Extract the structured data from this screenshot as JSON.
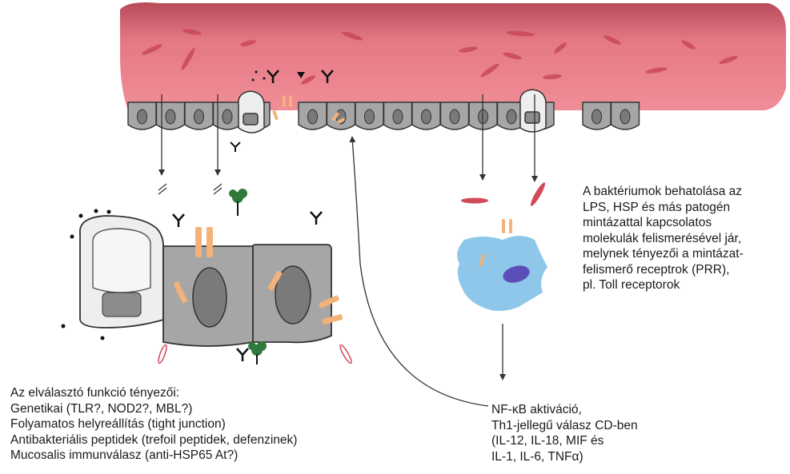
{
  "right_caption": {
    "lines": [
      "A baktériumok behatolása az",
      "LPS, HSP és más patogén",
      "mintázattal kapcsolatos",
      "molekulák felismerésével jár,",
      "melynek tényezői a mintázat-",
      "felismerő receptrok (PRR),",
      "pl. Toll receptorok"
    ]
  },
  "left_caption": {
    "lines": [
      "Az elválasztó funkció tényezői:",
      "Genetikai (TLR?, NOD2?, MBL?)",
      "Folyamatos helyreállítás (tight junction)",
      "Antibakteriális peptidek (trefoil peptidek, defenzinek)",
      "Mucosalis immunválasz (anti-HSP65 At?)"
    ]
  },
  "bottom_caption": {
    "lines": [
      "NF-κB aktiváció,",
      "Th1-jellegű válasz CD-ben",
      "(IL-12, IL-18, MIF és",
      "IL-1, IL-6, TNFα)"
    ]
  },
  "colors": {
    "lumen": "#e8727f",
    "lumen_top": "#b84a59",
    "cell_fill": "#a6a6a6",
    "nucleus": "#7a7a7a",
    "receptor": "#f2b27a",
    "bacteria": "#d24a5a",
    "macrophage": "#8fc7ea",
    "macrophage_nucleus": "#5a4fb8",
    "tree": "#2f7a3a",
    "line": "#333333"
  },
  "icons": [
    "antibody-y-icon",
    "tree-receptor-icon",
    "bacterium-icon",
    "receptor-bar-icon"
  ]
}
